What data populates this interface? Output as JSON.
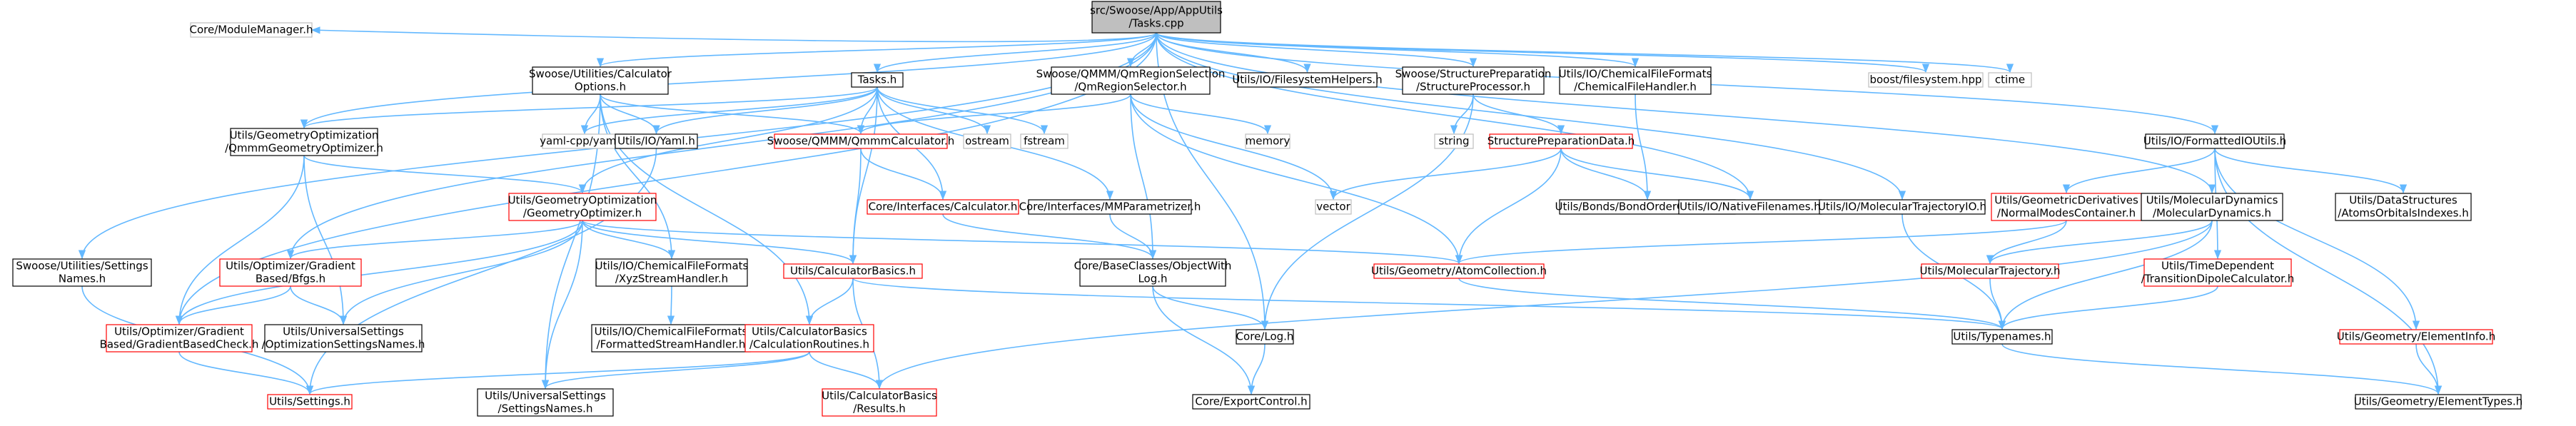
{
  "graph": {
    "colors": {
      "edge": "#63b8ff",
      "root_fill": "#bfbfbf",
      "border_normal": "#000000",
      "border_link": "#ff0000",
      "border_external": "#bfbfbf",
      "text": "#000000"
    },
    "nodes": [
      {
        "id": "root",
        "lines": [
          "src/Swoose/App/AppUtils",
          "/Tasks.cpp"
        ],
        "kind": "root"
      },
      {
        "id": "module_manager",
        "lines": [
          "Core/ModuleManager.h"
        ],
        "kind": "external"
      },
      {
        "id": "calc_options",
        "lines": [
          "Swoose/Utilities/Calculator",
          "Options.h"
        ],
        "kind": "normal"
      },
      {
        "id": "tasks_h",
        "lines": [
          "Tasks.h"
        ],
        "kind": "normal"
      },
      {
        "id": "qm_region_selector",
        "lines": [
          "Swoose/QMMM/QmRegionSelection",
          "/QmRegionSelector.h"
        ],
        "kind": "normal"
      },
      {
        "id": "filesystem_helpers",
        "lines": [
          "Utils/IO/FilesystemHelpers.h"
        ],
        "kind": "normal"
      },
      {
        "id": "structure_processor",
        "lines": [
          "Swoose/StructurePreparation",
          "/StructureProcessor.h"
        ],
        "kind": "normal"
      },
      {
        "id": "chemical_file_handler",
        "lines": [
          "Utils/IO/ChemicalFileFormats",
          "/ChemicalFileHandler.h"
        ],
        "kind": "normal"
      },
      {
        "id": "boost_filesystem",
        "lines": [
          "boost/filesystem.hpp"
        ],
        "kind": "external"
      },
      {
        "id": "ctime",
        "lines": [
          "ctime"
        ],
        "kind": "external"
      },
      {
        "id": "geometry_optimizer_top",
        "lines": [
          "Utils/GeometryOptimization",
          "/QmmmGeometryOptimizer.h"
        ],
        "kind": "normal"
      },
      {
        "id": "yaml_cpp",
        "lines": [
          "yaml-cpp/yaml.h"
        ],
        "kind": "external"
      },
      {
        "id": "utils_yaml",
        "lines": [
          "Utils/IO/Yaml.h"
        ],
        "kind": "normal"
      },
      {
        "id": "qmmm_calculator",
        "lines": [
          "Swoose/QMMM/QmmmCalculator.h"
        ],
        "kind": "link"
      },
      {
        "id": "ostream",
        "lines": [
          "ostream"
        ],
        "kind": "external"
      },
      {
        "id": "fstream",
        "lines": [
          "fstream"
        ],
        "kind": "external"
      },
      {
        "id": "memory",
        "lines": [
          "memory"
        ],
        "kind": "external"
      },
      {
        "id": "string",
        "lines": [
          "string"
        ],
        "kind": "external"
      },
      {
        "id": "structure_prep_data",
        "lines": [
          "StructurePreparationData.h"
        ],
        "kind": "link"
      },
      {
        "id": "formatted_io_utils",
        "lines": [
          "Utils/IO/FormattedIOUtils.h"
        ],
        "kind": "normal"
      },
      {
        "id": "geometry_optimizer",
        "lines": [
          "Utils/GeometryOptimization",
          "/GeometryOptimizer.h"
        ],
        "kind": "link"
      },
      {
        "id": "core_calculator",
        "lines": [
          "Core/Interfaces/Calculator.h"
        ],
        "kind": "link"
      },
      {
        "id": "mm_parametrizer",
        "lines": [
          "Core/Interfaces/MMParametrizer.h"
        ],
        "kind": "normal"
      },
      {
        "id": "vector",
        "lines": [
          "vector"
        ],
        "kind": "external"
      },
      {
        "id": "bond_order_collection",
        "lines": [
          "Utils/Bonds/BondOrderCollection.h"
        ],
        "kind": "normal"
      },
      {
        "id": "native_filenames",
        "lines": [
          "Utils/IO/NativeFilenames.h"
        ],
        "kind": "normal"
      },
      {
        "id": "molecular_trajectory_io",
        "lines": [
          "Utils/IO/MolecularTrajectoryIO.h"
        ],
        "kind": "normal"
      },
      {
        "id": "normal_modes_container",
        "lines": [
          "Utils/GeometricDerivatives",
          "/NormalModesContainer.h"
        ],
        "kind": "link"
      },
      {
        "id": "molecular_dynamics",
        "lines": [
          "Utils/MolecularDynamics",
          "/MolecularDynamics.h"
        ],
        "kind": "normal"
      },
      {
        "id": "atoms_orbitals_indexes",
        "lines": [
          "Utils/DataStructures",
          "/AtomsOrbitalsIndexes.h"
        ],
        "kind": "normal"
      },
      {
        "id": "settings_names_top",
        "lines": [
          "Swoose/Utilities/Settings",
          "Names.h"
        ],
        "kind": "normal"
      },
      {
        "id": "bfgs",
        "lines": [
          "Utils/Optimizer/Gradient",
          "Based/Bfgs.h"
        ],
        "kind": "link"
      },
      {
        "id": "xyz_stream_handler",
        "lines": [
          "Utils/IO/ChemicalFileFormats",
          "/XyzStreamHandler.h"
        ],
        "kind": "normal"
      },
      {
        "id": "calculator_basics",
        "lines": [
          "Utils/CalculatorBasics.h"
        ],
        "kind": "link"
      },
      {
        "id": "object_with_log",
        "lines": [
          "Core/BaseClasses/ObjectWith",
          "Log.h"
        ],
        "kind": "normal"
      },
      {
        "id": "atom_collection",
        "lines": [
          "Utils/Geometry/AtomCollection.h"
        ],
        "kind": "link"
      },
      {
        "id": "molecular_trajectory",
        "lines": [
          "Utils/MolecularTrajectory.h"
        ],
        "kind": "link"
      },
      {
        "id": "transition_dipole",
        "lines": [
          "Utils/TimeDependent",
          "/TransitionDipoleCalculator.h"
        ],
        "kind": "link"
      },
      {
        "id": "gradient_based_check",
        "lines": [
          "Utils/Optimizer/Gradient",
          "Based/GradientBasedCheck.h"
        ],
        "kind": "link"
      },
      {
        "id": "optimization_settings_names",
        "lines": [
          "Utils/UniversalSettings",
          "/OptimizationSettingsNames.h"
        ],
        "kind": "normal"
      },
      {
        "id": "formatted_stream_handler",
        "lines": [
          "Utils/IO/ChemicalFileFormats",
          "/FormattedStreamHandler.h"
        ],
        "kind": "normal"
      },
      {
        "id": "calculation_routines",
        "lines": [
          "Utils/CalculatorBasics",
          "/CalculationRoutines.h"
        ],
        "kind": "link"
      },
      {
        "id": "core_log",
        "lines": [
          "Core/Log.h"
        ],
        "kind": "normal"
      },
      {
        "id": "typenames",
        "lines": [
          "Utils/Typenames.h"
        ],
        "kind": "normal"
      },
      {
        "id": "element_info",
        "lines": [
          "Utils/Geometry/ElementInfo.h"
        ],
        "kind": "link"
      },
      {
        "id": "utils_settings",
        "lines": [
          "Utils/Settings.h"
        ],
        "kind": "link"
      },
      {
        "id": "universal_settings_names",
        "lines": [
          "Utils/UniversalSettings",
          "/SettingsNames.h"
        ],
        "kind": "normal"
      },
      {
        "id": "results",
        "lines": [
          "Utils/CalculatorBasics",
          "/Results.h"
        ],
        "kind": "link"
      },
      {
        "id": "export_control",
        "lines": [
          "Core/ExportControl.h"
        ],
        "kind": "normal"
      },
      {
        "id": "element_types",
        "lines": [
          "Utils/Geometry/ElementTypes.h"
        ],
        "kind": "normal"
      }
    ],
    "edges": [
      [
        "root",
        "module_manager"
      ],
      [
        "root",
        "calc_options"
      ],
      [
        "root",
        "tasks_h"
      ],
      [
        "root",
        "qm_region_selector"
      ],
      [
        "root",
        "filesystem_helpers"
      ],
      [
        "root",
        "structure_processor"
      ],
      [
        "root",
        "chemical_file_handler"
      ],
      [
        "root",
        "boost_filesystem"
      ],
      [
        "root",
        "ctime"
      ],
      [
        "root",
        "geometry_optimizer_top"
      ],
      [
        "root",
        "settings_names_top"
      ],
      [
        "root",
        "gradient_based_check"
      ],
      [
        "root",
        "bfgs"
      ],
      [
        "root",
        "formatted_io_utils"
      ],
      [
        "root",
        "molecular_trajectory_io"
      ],
      [
        "root",
        "molecular_dynamics"
      ],
      [
        "root",
        "native_filenames"
      ],
      [
        "root",
        "core_log"
      ],
      [
        "calc_options",
        "yaml_cpp"
      ],
      [
        "calc_options",
        "utils_yaml"
      ],
      [
        "calc_options",
        "qmmm_calculator"
      ],
      [
        "calc_options",
        "calculation_routines"
      ],
      [
        "calc_options",
        "xyz_stream_handler"
      ],
      [
        "calc_options",
        "universal_settings_names"
      ],
      [
        "tasks_h",
        "geometry_optimizer_top"
      ],
      [
        "tasks_h",
        "yaml_cpp"
      ],
      [
        "tasks_h",
        "utils_yaml"
      ],
      [
        "tasks_h",
        "qmmm_calculator"
      ],
      [
        "tasks_h",
        "ostream"
      ],
      [
        "tasks_h",
        "fstream"
      ],
      [
        "tasks_h",
        "core_calculator"
      ],
      [
        "tasks_h",
        "mm_parametrizer"
      ],
      [
        "tasks_h",
        "geometry_optimizer"
      ],
      [
        "tasks_h",
        "calculator_basics"
      ],
      [
        "qm_region_selector",
        "qmmm_calculator"
      ],
      [
        "qm_region_selector",
        "memory"
      ],
      [
        "qm_region_selector",
        "vector"
      ],
      [
        "qm_region_selector",
        "object_with_log"
      ],
      [
        "qm_region_selector",
        "atom_collection"
      ],
      [
        "structure_processor",
        "string"
      ],
      [
        "structure_processor",
        "structure_prep_data"
      ],
      [
        "structure_processor",
        "core_log"
      ],
      [
        "chemical_file_handler",
        "bond_order_collection"
      ],
      [
        "structure_prep_data",
        "vector"
      ],
      [
        "structure_prep_data",
        "bond_order_collection"
      ],
      [
        "structure_prep_data",
        "native_filenames"
      ],
      [
        "structure_prep_data",
        "atom_collection"
      ],
      [
        "formatted_io_utils",
        "normal_modes_container"
      ],
      [
        "formatted_io_utils",
        "atoms_orbitals_indexes"
      ],
      [
        "formatted_io_utils",
        "transition_dipole"
      ],
      [
        "formatted_io_utils",
        "element_info"
      ],
      [
        "formatted_io_utils",
        "element_types"
      ],
      [
        "geometry_optimizer_top",
        "geometry_optimizer"
      ],
      [
        "geometry_optimizer_top",
        "gradient_based_check"
      ],
      [
        "geometry_optimizer_top",
        "optimization_settings_names"
      ],
      [
        "utils_yaml",
        "utils_settings"
      ],
      [
        "qmmm_calculator",
        "core_calculator"
      ],
      [
        "qmmm_calculator",
        "calculator_basics"
      ],
      [
        "core_calculator",
        "object_with_log"
      ],
      [
        "mm_parametrizer",
        "object_with_log"
      ],
      [
        "geometry_optimizer",
        "bfgs"
      ],
      [
        "geometry_optimizer",
        "gradient_based_check"
      ],
      [
        "geometry_optimizer",
        "optimization_settings_names"
      ],
      [
        "geometry_optimizer",
        "xyz_stream_handler"
      ],
      [
        "geometry_optimizer",
        "calculator_basics"
      ],
      [
        "geometry_optimizer",
        "atom_collection"
      ],
      [
        "geometry_optimizer",
        "universal_settings_names"
      ],
      [
        "bfgs",
        "gradient_based_check"
      ],
      [
        "bfgs",
        "optimization_settings_names"
      ],
      [
        "xyz_stream_handler",
        "formatted_stream_handler"
      ],
      [
        "calculator_basics",
        "calculation_routines"
      ],
      [
        "calculator_basics",
        "results"
      ],
      [
        "calculator_basics",
        "typenames"
      ],
      [
        "object_with_log",
        "core_log"
      ],
      [
        "object_with_log",
        "export_control"
      ],
      [
        "atom_collection",
        "typenames"
      ],
      [
        "molecular_trajectory_io",
        "typenames"
      ],
      [
        "normal_modes_container",
        "atom_collection"
      ],
      [
        "normal_modes_container",
        "molecular_trajectory"
      ],
      [
        "molecular_dynamics",
        "molecular_trajectory"
      ],
      [
        "molecular_dynamics",
        "typenames"
      ],
      [
        "molecular_dynamics",
        "results"
      ],
      [
        "molecular_trajectory",
        "typenames"
      ],
      [
        "transition_dipole",
        "typenames"
      ],
      [
        "element_info",
        "element_types"
      ],
      [
        "settings_names_top",
        "utils_settings"
      ],
      [
        "gradient_based_check",
        "utils_settings"
      ],
      [
        "calculation_routines",
        "utils_settings"
      ],
      [
        "calculation_routines",
        "universal_settings_names"
      ],
      [
        "calculation_routines",
        "results"
      ],
      [
        "core_log",
        "export_control"
      ],
      [
        "typenames",
        "element_types"
      ]
    ]
  }
}
